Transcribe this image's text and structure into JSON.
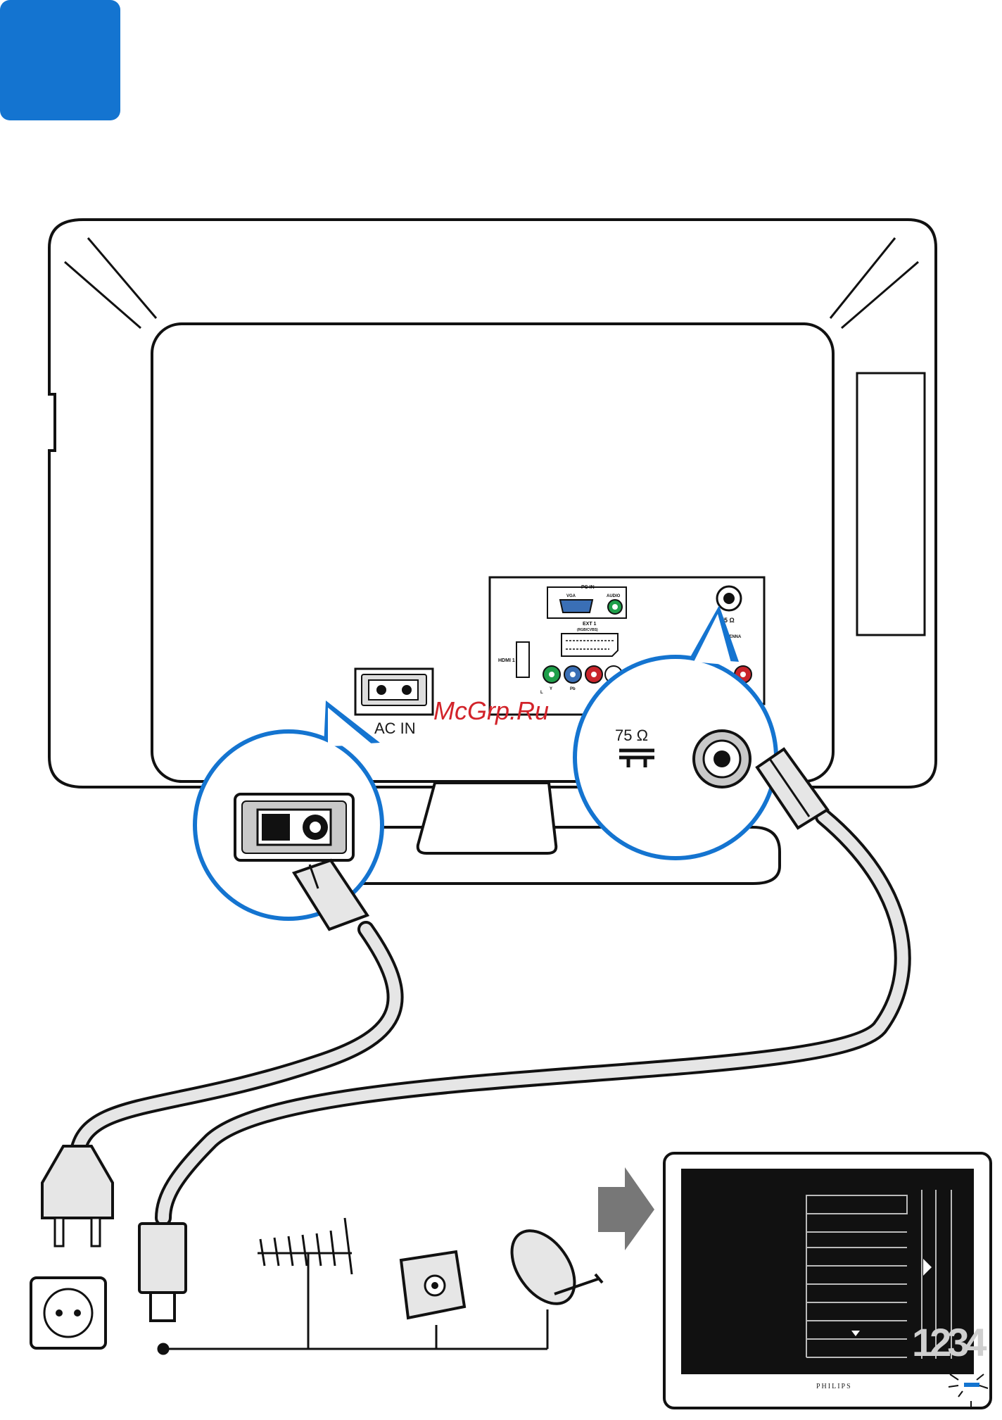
{
  "step_badge": {
    "color": "#1474d0"
  },
  "tv_back": {
    "labels": {
      "pc_in": "PC IN",
      "vga": "VGA",
      "audio": "AUDIO",
      "ext1": "EXT 1",
      "ext1_sub": "(RGB/CVBS)",
      "hdmi1": "HDMI 1",
      "jack_y": "Y",
      "jack_pb": "Pb",
      "jack_l": "L",
      "ohm_small": "75 Ω",
      "antenna": "ANTENNA",
      "ac_in": "AC IN"
    }
  },
  "callouts": {
    "ohm_label": "75 Ω",
    "accent": "#1474d0"
  },
  "watermark": "McGrp.Ru",
  "front_tv": {
    "brand": "PHILIPS",
    "channel_digits": "1234"
  },
  "icons": [
    "power-socket-icon",
    "antenna-icon",
    "wall-antenna-socket-icon",
    "satellite-dish-icon",
    "arrow-right-icon"
  ]
}
